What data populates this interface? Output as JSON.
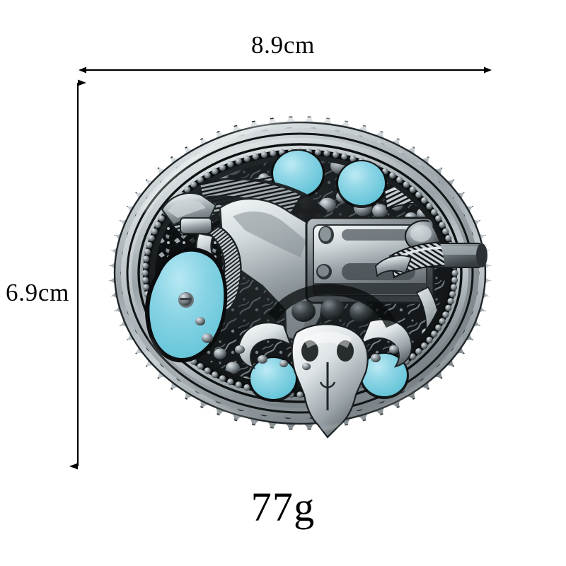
{
  "page": {
    "background": "#ffffff",
    "title": "Belt Buckle Dimension Diagram"
  },
  "dimensions": {
    "width_label": "8.9cm",
    "height_label": "6.9cm",
    "weight_label": "77g",
    "line_color": "#000000"
  },
  "product": {
    "name": "western-revolver-belt-buckle",
    "shape": "oval",
    "finish": "antique-silver",
    "colors": {
      "turquoise": "#8ed6e6",
      "turquoise_light": "#aee4ef",
      "turquoise_dark": "#5cbfd4",
      "silver_light": "#e8ecee",
      "silver_mid": "#a9b1b6",
      "silver_dark": "#6d757a",
      "shadow": "#1a1d1f",
      "deep_black": "#0b0d0e"
    },
    "motifs": [
      "scalloped-rim",
      "beaded-border",
      "revolver",
      "feathers",
      "steer-skull",
      "floral-scrollwork",
      "turquoise-stones"
    ],
    "stone_count": 5
  }
}
